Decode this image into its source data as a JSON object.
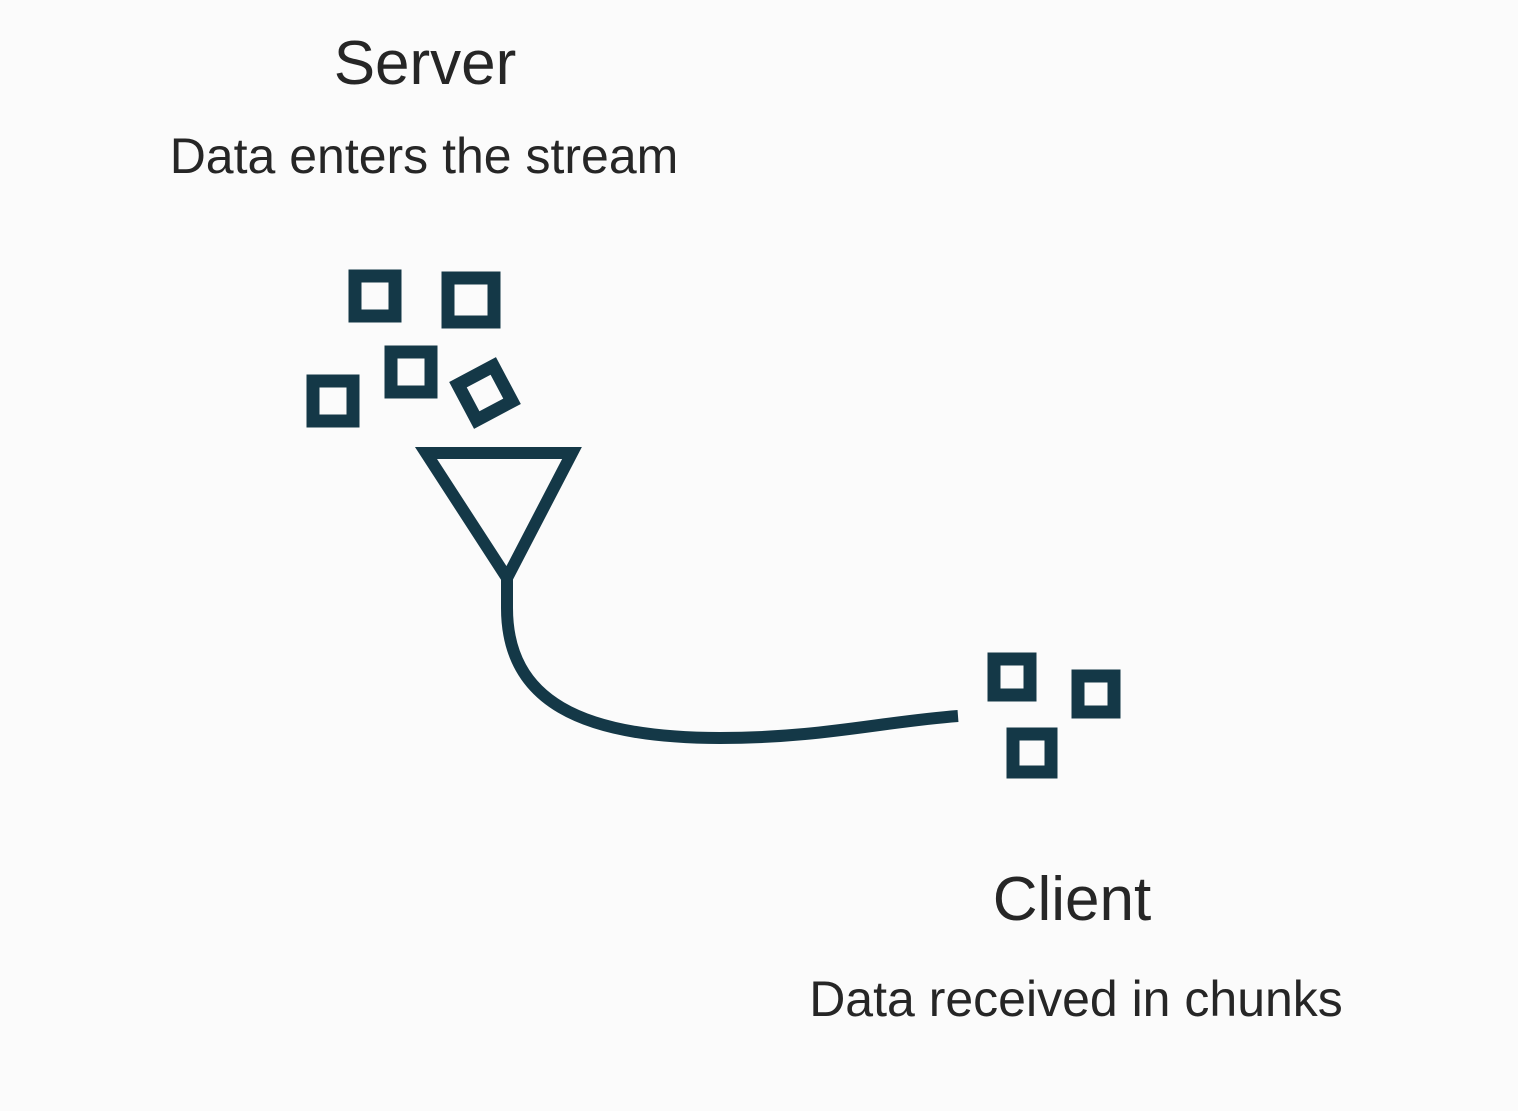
{
  "server": {
    "title": "Server",
    "subtitle": "Data enters the stream"
  },
  "client": {
    "title": "Client",
    "subtitle": "Data received in chunks"
  },
  "icons": {
    "funnel": "funnel-icon",
    "stream": "stream-line",
    "data_chunk": "data-chunk-icon"
  },
  "colors": {
    "stroke": "#143847",
    "background": "#fbfbfb",
    "text": "#262626"
  }
}
